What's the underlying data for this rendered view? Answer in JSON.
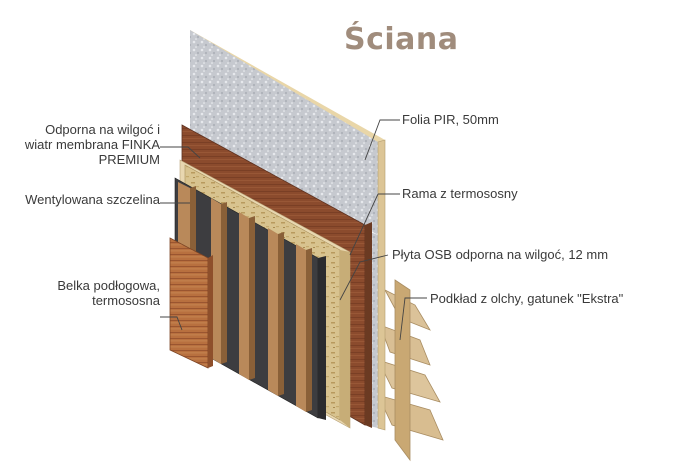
{
  "title": "Ściana",
  "labels": {
    "membrane": [
      "Odporna na wilgoć i",
      "wiatr membrana FINKA",
      "PREMIUM"
    ],
    "gap": "Wentylowana szczelina",
    "joist": [
      "Belka podłogowa,",
      "termososna"
    ],
    "pir": "Folia PIR, 50mm",
    "frame": "Rama z termososny",
    "osb": "Płyta OSB odporna na wilgoć, 12 mm",
    "alder": "Podkład z olchy, gatunek \"Ekstra\""
  },
  "colors": {
    "title": "#a08c7c",
    "foil": "#c9ccd2",
    "frame_wood": "#e8d7b0",
    "osb": "#d6c08d",
    "brown_board": "#8a4a2e",
    "membrane": "#3c3c3e",
    "cedar": "#b56a3e",
    "alder": "#dcc39a"
  }
}
